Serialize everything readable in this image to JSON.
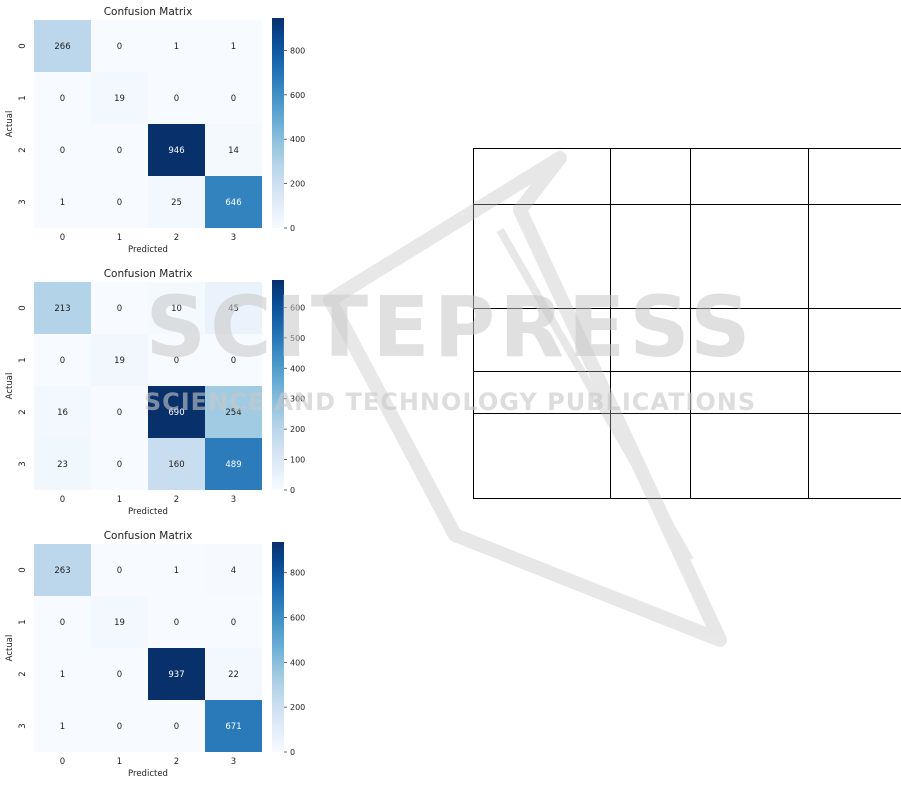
{
  "chart_data": [
    {
      "type": "heatmap",
      "title": "Confusion Matrix",
      "xlabel": "Predicted",
      "ylabel": "Actual",
      "x_tick_labels": [
        "0",
        "1",
        "2",
        "3"
      ],
      "y_tick_labels": [
        "0",
        "1",
        "2",
        "3"
      ],
      "values": [
        [
          266,
          0,
          1,
          1
        ],
        [
          0,
          19,
          0,
          0
        ],
        [
          0,
          0,
          946,
          14
        ],
        [
          1,
          0,
          25,
          646
        ]
      ],
      "colorbar": {
        "min": 0,
        "max": 946,
        "ticks": [
          0,
          200,
          400,
          600,
          800
        ],
        "colormap": "Blues"
      }
    },
    {
      "type": "heatmap",
      "title": "Confusion Matrix",
      "xlabel": "Predicted",
      "ylabel": "Actual",
      "x_tick_labels": [
        "0",
        "1",
        "2",
        "3"
      ],
      "y_tick_labels": [
        "0",
        "1",
        "2",
        "3"
      ],
      "values": [
        [
          213,
          0,
          10,
          45
        ],
        [
          0,
          19,
          0,
          0
        ],
        [
          16,
          0,
          690,
          254
        ],
        [
          23,
          0,
          160,
          489
        ]
      ],
      "colorbar": {
        "min": 0,
        "max": 690,
        "ticks": [
          0,
          100,
          200,
          300,
          400,
          500,
          600
        ],
        "colormap": "Blues"
      }
    },
    {
      "type": "heatmap",
      "title": "Confusion Matrix",
      "xlabel": "Predicted",
      "ylabel": "Actual",
      "x_tick_labels": [
        "0",
        "1",
        "2",
        "3"
      ],
      "y_tick_labels": [
        "0",
        "1",
        "2",
        "3"
      ],
      "values": [
        [
          263,
          0,
          1,
          4
        ],
        [
          0,
          19,
          0,
          0
        ],
        [
          1,
          0,
          937,
          22
        ],
        [
          1,
          0,
          0,
          671
        ]
      ],
      "colorbar": {
        "min": 0,
        "max": 937,
        "ticks": [
          0,
          200,
          400,
          600,
          800
        ],
        "colormap": "Blues"
      }
    }
  ],
  "watermark": {
    "line1": "SCITEPRESS",
    "line2": "SCIENCE AND TECHNOLOGY PUBLICATIONS",
    "color": "#c8c8c8"
  },
  "empty_table": {
    "rows": 5,
    "cols": 4,
    "border_color": "#000000"
  }
}
